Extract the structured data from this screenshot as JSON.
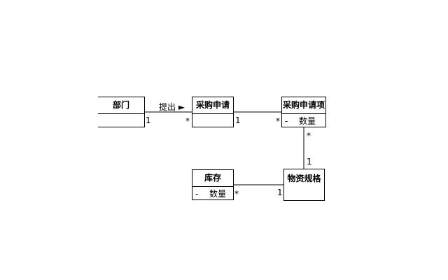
{
  "classes": {
    "dept": {
      "name": "部门"
    },
    "purchase_request": {
      "name": "采购申请"
    },
    "purchase_request_item": {
      "name": "采购申请项",
      "attributes": [
        {
          "visibility": "-",
          "name": "数量"
        }
      ]
    },
    "inventory": {
      "name": "库存",
      "attributes": [
        {
          "visibility": "-",
          "name": "数量"
        }
      ]
    },
    "material_spec": {
      "name": "物资规格"
    }
  },
  "associations": {
    "dept_to_request": {
      "label": "提出 ►",
      "source_multiplicity": "1",
      "target_multiplicity": "*"
    },
    "request_to_item": {
      "source_multiplicity": "1",
      "target_multiplicity": "*"
    },
    "item_to_spec": {
      "source_multiplicity": "*",
      "target_multiplicity": "1"
    },
    "inventory_to_spec": {
      "source_multiplicity": "*",
      "target_multiplicity": "1"
    }
  }
}
